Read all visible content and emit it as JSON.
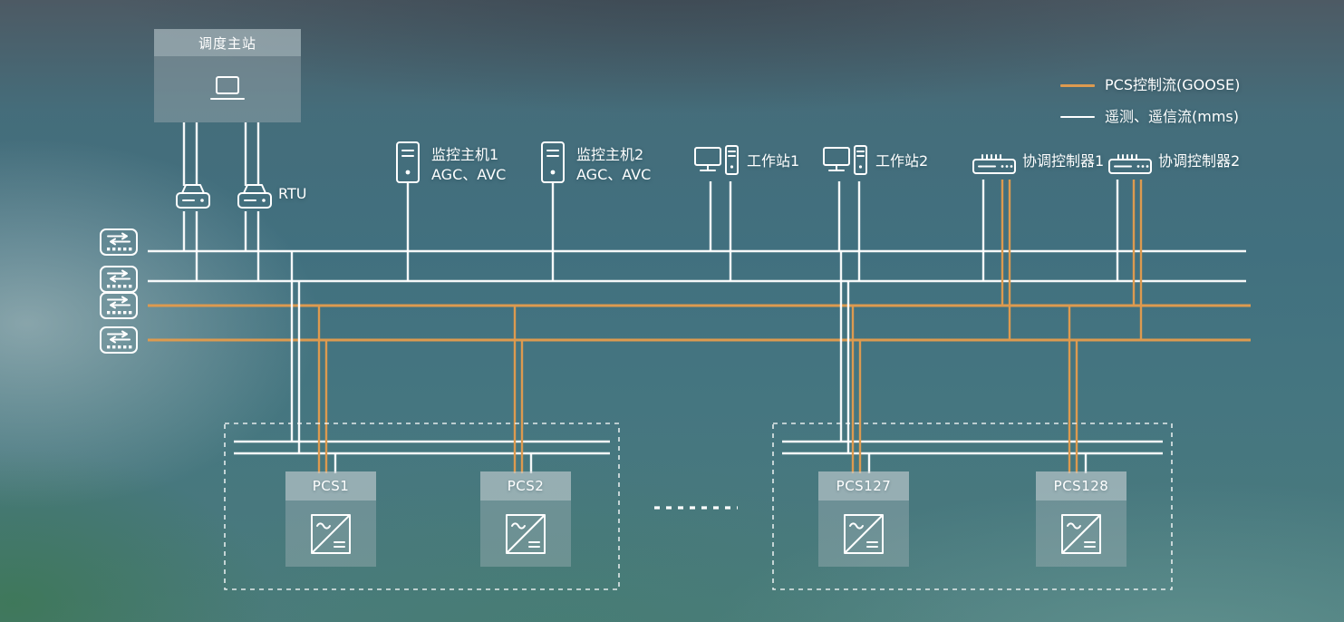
{
  "legend": {
    "items": [
      {
        "label": "PCS控制流(GOOSE)",
        "color": "#DD9A4F",
        "line_style": "orange-solid"
      },
      {
        "label": "遥测、遥信流(mms)",
        "color": "#FFFFFF",
        "line_style": "white-solid"
      }
    ]
  },
  "nodes": {
    "dispatch_master": {
      "label": "调度主站",
      "icon": "laptop-icon"
    },
    "rtu": {
      "label": "RTU",
      "icon": "modem-icon",
      "device_count": 2
    },
    "monitor_host_1": {
      "label": "监控主机1",
      "sub": "AGC、AVC",
      "icon": "server-tower-icon"
    },
    "monitor_host_2": {
      "label": "监控主机2",
      "sub": "AGC、AVC",
      "icon": "server-tower-icon"
    },
    "workstation_1": {
      "label": "工作站1",
      "icon": "workstation-icon"
    },
    "workstation_2": {
      "label": "工作站2",
      "icon": "workstation-icon"
    },
    "coord_controller_1": {
      "label": "协调控制器1",
      "icon": "rack-controller-icon"
    },
    "coord_controller_2": {
      "label": "协调控制器2",
      "icon": "rack-controller-icon"
    }
  },
  "network": {
    "switch_count": 4,
    "mms_bus_count": 2,
    "goose_bus_count": 2,
    "mms_color": "#FFFFFF",
    "goose_color": "#DD9A4F"
  },
  "pcs_units": [
    {
      "label": "PCS1"
    },
    {
      "label": "PCS2"
    },
    {
      "label": "PCS127"
    },
    {
      "label": "PCS128"
    }
  ]
}
